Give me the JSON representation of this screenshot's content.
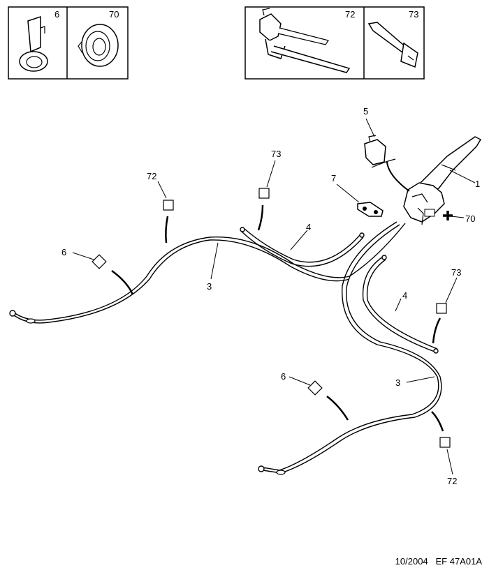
{
  "inset_boxes": [
    {
      "parts": [
        {
          "number": "6",
          "icon": "cable-clip-icon"
        },
        {
          "number": "70",
          "icon": "grommet-icon"
        }
      ]
    },
    {
      "parts": [
        {
          "number": "72",
          "icon": "cable-tie-clip-icon"
        },
        {
          "number": "73",
          "icon": "cable-tie-icon"
        }
      ]
    }
  ],
  "callouts": {
    "lever": "1",
    "cable_left": "3",
    "cable_right": "3",
    "sleeve_left": "4",
    "sleeve_right": "4",
    "switch": "5",
    "clip_left": "6",
    "clip_right": "6",
    "plate": "7",
    "grommet": "70",
    "tie_left": "72",
    "tie_right": "72",
    "tie_left_sleeve": "73",
    "tie_right_sleeve": "73"
  },
  "footer": {
    "date": "10/2004",
    "reference": "EF 47A01A"
  }
}
